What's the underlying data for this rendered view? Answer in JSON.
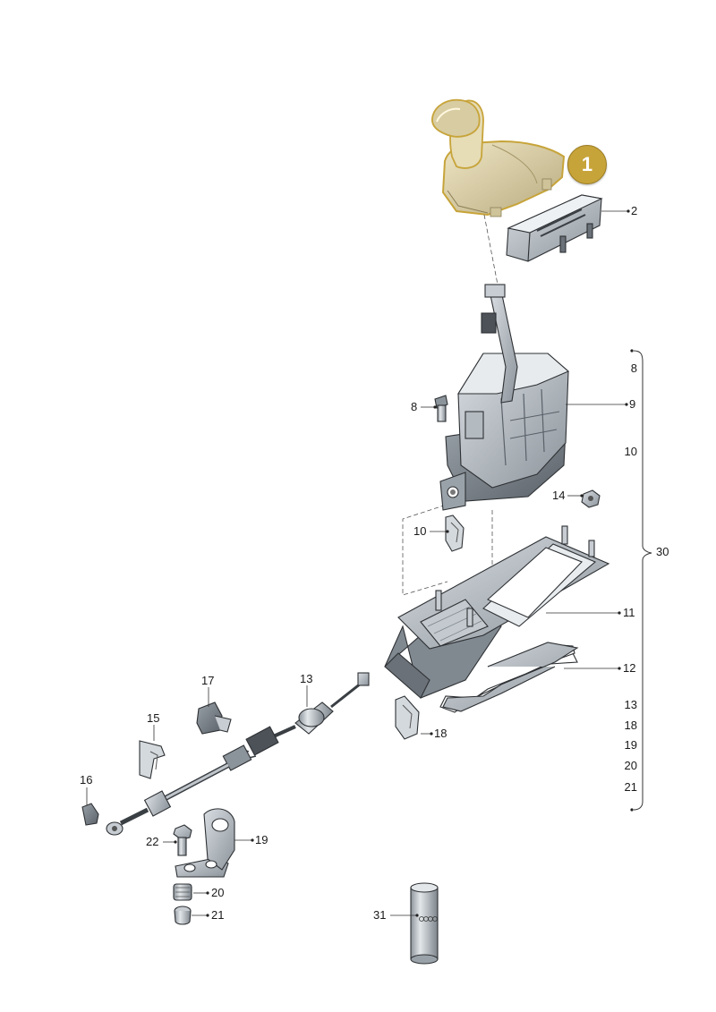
{
  "highlight": {
    "number": "1",
    "color": "#c7a43a"
  },
  "labels": {
    "p2": "2",
    "p8_left": "8",
    "p9": "9",
    "p10_left": "10",
    "p11": "11",
    "p12": "12",
    "p13": "13",
    "p14": "14",
    "p15": "15",
    "p16": "16",
    "p17": "17",
    "p18": "18",
    "p19": "19",
    "p20": "20",
    "p21": "21",
    "p22": "22",
    "p31": "31"
  },
  "group": {
    "total": "30",
    "items": [
      "8",
      "9",
      "10",
      "11",
      "12",
      "13",
      "18",
      "19",
      "20",
      "21"
    ]
  }
}
